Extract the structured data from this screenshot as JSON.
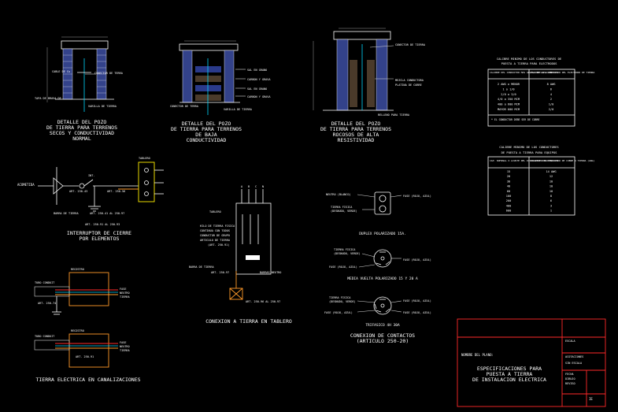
{
  "colors": {
    "background": "#000000",
    "frame": "#ff2a2a",
    "text": "#ffffff",
    "cyan": "#00d8ff",
    "masonry": "#3a4a9a",
    "orange": "#ff9a2a"
  },
  "details": {
    "pit1": {
      "lines": [
        "DETALLE DEL POZO",
        "DE TIERRA PARA TERRENOS",
        "SECOS Y CONDUCTIVIDAD",
        "NORMAL"
      ],
      "callouts": [
        "CABLE DE Cu",
        "CONECTOR DE TERRA",
        "TAPA DE BRAVA DE",
        "VARILLA DE TIERRA"
      ]
    },
    "pit2": {
      "lines": [
        "DETALLE DEL POZO",
        "DE TIERRA PARA TERRENOS",
        "DE BAJA",
        "CONDUCTIVIDAD"
      ],
      "callouts": [
        "SAL EN GRANO",
        "CARBON Y GRAVA",
        "SAL EN GRANO",
        "CARBON Y GRAVA",
        "CONECTOR DE TERRA",
        "VARILLA DE TIERRA"
      ]
    },
    "pit3": {
      "lines": [
        "DETALLE DEL POZO",
        "DE TIERRA PARA TERRENOS",
        "ROCOSOS DE ALTA",
        "RESISTIVIDAD"
      ],
      "callouts": [
        "CONECTOR DE TIERRA",
        "MEZCLA CONDUCTORA",
        "PLATINA DE COBRE",
        "RELLENO PARA TIERRA"
      ]
    },
    "interruptor": {
      "lines": [
        "INTERRUPTOR DE CIERRE",
        "POR ELEMENTOS"
      ],
      "callouts": [
        "ACOMETIDA",
        "INT.",
        "TABLERO",
        "ART. 230-43",
        "ART. 250-56",
        "BARRA DE TIERRA",
        "ART. 250-41 AL 250-97",
        "ART. 250-91 AL 250-93"
      ]
    },
    "tablero": {
      "title": "CONEXION A TIERRA EN TABLERO",
      "phases": [
        "A",
        "B",
        "C",
        "N"
      ],
      "callouts": [
        "TABLERO",
        "HILO DE TIERRA FISICA",
        "CONTINUA CON TODOS",
        "CONDUCTOR DE GRUPO",
        "ARTICULO DE TIERRA",
        "(ART. 250-91)",
        "BARRA DE TIERRA",
        "ART. 250-97",
        "BARRAS NEUTRO",
        "ART. 250-96 AL 250-97"
      ]
    },
    "canalizaciones": {
      "title": "TIERRA ELECTRICA EN CANALIZACIONES",
      "callouts": [
        "REGISTRO",
        "TUBO CONDUIT",
        "FASE",
        "NEUTRO",
        "TIERRA",
        "ART. 250-74",
        "ART. 250-91"
      ]
    },
    "contactos": {
      "title": "CONEXION DE CONTACTOS",
      "subtitle": "(ARTICULO 250-20)",
      "duplex": {
        "label": "DUPLEX POLARIZADO 15A.",
        "callouts": [
          "NEUTRO (BLANCO)",
          "FASE (ROJO, AZUL)",
          "TIERRA FISICA",
          "(DESNUDO, VERDE)"
        ]
      },
      "media_vuelta": {
        "label": "MEDIA VUELTA POLARIZADO 15 Y 20 A",
        "callouts": [
          "TIERRA FISICA",
          "(DESNUDO, VERDE)",
          "FASE (ROJO, AZUL)",
          "FASE (ROJO, AZUL)"
        ]
      },
      "trifasico": {
        "label": "TRIFASICO 4H 30A",
        "callouts": [
          "TIERRA FISICA",
          "(DESNUDO, VERDE)",
          "FASE (ROJO, AZUL)",
          "FASE (ROJO, AZUL)",
          "FASE (ROJO, AZUL)"
        ]
      }
    }
  },
  "tables": {
    "table1": {
      "title": [
        "CALIBRE MINIMO DE LOS CONDUCTORES DE",
        "PUESTA A TIERRA PARA ELECTRODOS"
      ],
      "headers": [
        "CALIBRE DEL CONDUCTOR MAS GRUESO DE LA ACOMETIDA",
        "CALIBRE DEL CONDUCTOR DEL ELECTRODO DE TIERRA"
      ],
      "rows": [
        [
          "2 AWG o MENOR",
          "8 AWG"
        ],
        [
          "1 o 1/0",
          "6"
        ],
        [
          "2/0 o 3/0",
          "4"
        ],
        [
          "4/0 a 350 MCM",
          "2"
        ],
        [
          "400 a 600 MCM",
          "1/0"
        ],
        [
          "MAYOR 600 MCM",
          "2/0"
        ]
      ],
      "note": "* EL CONDUCTOR DEBE SER DE COBRE"
    },
    "table2": {
      "title": [
        "CALIBRE MINIMO DE LOS CONDUCTORES",
        "DE PUESTA A TIERRA PARA EQUIPOS"
      ],
      "headers": [
        "CAP. NOMINAL O AJUSTE DEL DISPOSITIVO PROTECCION",
        "CALIBRE DEL CONDUCTOR DE COBRE A TIERRA (AWG)"
      ],
      "rows": [
        [
          "15",
          "14 AWG"
        ],
        [
          "20",
          "12"
        ],
        [
          "30",
          "10"
        ],
        [
          "40",
          "10"
        ],
        [
          "60",
          "10"
        ],
        [
          "100",
          "8"
        ],
        [
          "200",
          "6"
        ],
        [
          "400",
          "3"
        ],
        [
          "600",
          "1"
        ]
      ]
    }
  },
  "title_block": {
    "labels": [
      "ESCALA",
      "ACOTACIONES",
      "SIN ESCALA"
    ],
    "project_label": "NOMBRE DEL PLANO:",
    "plan_title": [
      "ESPECIFICACIONES PARA",
      "PUESTA A TIERRA",
      "DE INSTALACION ELECTRICA"
    ],
    "meta": [
      "FECHA",
      "DIBUJO",
      "REVISO"
    ],
    "sheet": "IE"
  }
}
